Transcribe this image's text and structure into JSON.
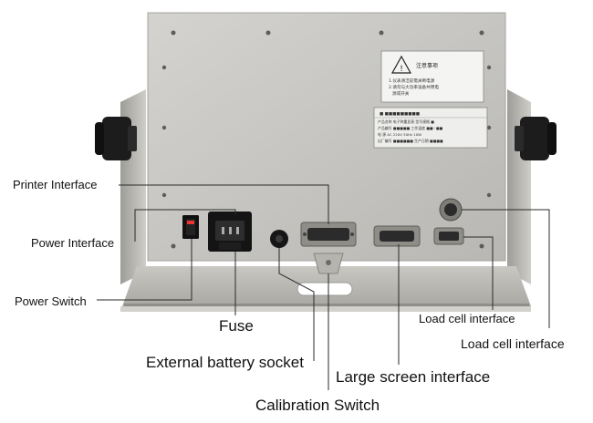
{
  "labels": {
    "printer_interface": "Printer Interface",
    "power_interface": "Power Interface",
    "power_switch": "Power Switch",
    "fuse": "Fuse",
    "external_battery_socket": "External battery socket",
    "calibration_switch": "Calibration Switch",
    "large_screen_interface": "Large screen interface",
    "load_cell_interface_small": "Load cell interface",
    "load_cell_interface_large": "Load cell interface"
  },
  "warning_label": {
    "title": "注意事项",
    "lines": [
      "1.仪表清洁前需关断电源",
      "2.请勿与大功率设备共用电",
      "源或开关"
    ]
  },
  "nameplate": {
    "brand": "■ ■■■■■■■■■",
    "rows": [
      "产品名称  电子称重显表   型号规格  ■",
      "产品编号  ■■■■■   工作温度  ■■~■■",
      "电 源  AC 220V  50Hz 10W",
      "出厂编号  ■■■■■■  生产日期  ■■■■"
    ]
  },
  "colors": {
    "panel": "#c9c8c4",
    "bracket": "#bdbcb7",
    "knob": "#1c1c1c",
    "leader": "#2a2a2a"
  }
}
